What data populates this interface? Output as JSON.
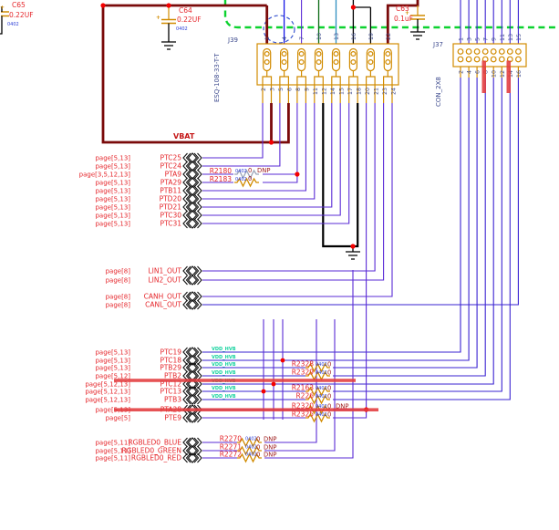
{
  "nets": {
    "vbat": "VBAT"
  },
  "caps": [
    {
      "ref": "C65",
      "value": "0.22UF",
      "size": "0402"
    },
    {
      "ref": "C64",
      "value": "0.22UF",
      "size": "0402"
    },
    {
      "ref": "C63",
      "value": "0.1uF"
    }
  ],
  "j39": {
    "ref": "J39",
    "part": "ESQ-108-33-T-T",
    "top": [
      "1",
      "4",
      "7",
      "10",
      "13",
      "16",
      "19",
      "22"
    ],
    "bottom": [
      "2",
      "3",
      "5",
      "6",
      "8",
      "9",
      "11",
      "12",
      "14",
      "15",
      "17",
      "18",
      "20",
      "21",
      "23",
      "24"
    ]
  },
  "j37": {
    "ref": "J37",
    "part": "CON_2X8",
    "top": [
      "1",
      "3",
      "5",
      "7",
      "9",
      "11",
      "13",
      "15"
    ],
    "bottom": [
      "2",
      "4",
      "6",
      "8",
      "10",
      "12",
      "14",
      "16"
    ]
  },
  "rows": [
    {
      "pages": "page[5,13]",
      "name": "PTC25"
    },
    {
      "pages": "page[5,13]",
      "name": "PTC24"
    },
    {
      "pages": "page[3,5,12,13]",
      "name": "PTA9",
      "res": {
        "ref": "R2180",
        "size": "0402",
        "value": "0",
        "dnp": "DNP"
      }
    },
    {
      "pages": "page[5,13]",
      "name": "PTA29",
      "res": {
        "ref": "R2183",
        "size": "0402",
        "value": "0"
      }
    },
    {
      "pages": "page[5,13]",
      "name": "PTB11"
    },
    {
      "pages": "page[5,13]",
      "name": "PTD20"
    },
    {
      "pages": "page[5,13]",
      "name": "PTD21"
    },
    {
      "pages": "page[5,13]",
      "name": "PTC30"
    },
    {
      "pages": "page[5,13]",
      "name": "PTC31"
    },
    {
      "pages": "page[8]",
      "name": "LIN1_OUT"
    },
    {
      "pages": "page[8]",
      "name": "LIN2_OUT"
    },
    {
      "pages": "page[8]",
      "name": "CANH_OUT"
    },
    {
      "pages": "page[8]",
      "name": "CANL_OUT"
    },
    {
      "pages": "page[5,13]",
      "name": "PTC19",
      "tag": "VDD_HVB"
    },
    {
      "pages": "page[5,13]",
      "name": "PTC18",
      "tag": "VDD_HVB"
    },
    {
      "pages": "page[5,13]",
      "name": "PTB29",
      "tag": "VDD_HVB",
      "res": {
        "ref": "R2328",
        "size": "0402",
        "value": "0"
      }
    },
    {
      "pages": "page[5,12]",
      "name": "PTB2",
      "tag": "VDD_HVB",
      "res": {
        "ref": "R2329",
        "size": "0402",
        "value": "0"
      }
    },
    {
      "pages": "page[5,12,13]",
      "name": "PTC12",
      "tag": "VDD_HVB"
    },
    {
      "pages": "page[5,12,13]",
      "name": "PTC13",
      "tag": "VDD_HVB",
      "res": {
        "ref": "R2163",
        "size": "0402",
        "value": "0"
      }
    },
    {
      "pages": "page[5,12,13]",
      "name": "PTB3",
      "tag": "VDD_HVB",
      "res": {
        "ref": "R226",
        "size": "0402",
        "value": "0"
      }
    },
    {
      "pages": "page[5,13]",
      "name": "PTA28",
      "res": {
        "ref": "R2320",
        "size": "0402",
        "value": "0",
        "dnp": "DNP"
      }
    },
    {
      "pages": "page[5]",
      "name": "PTE9",
      "res": {
        "ref": "R2325",
        "size": "0402",
        "value": "0"
      }
    },
    {
      "pages": "page[5,11]",
      "name": "RGBLED0_BLUE",
      "res": {
        "ref": "R2270",
        "size": "0402",
        "value": "0",
        "dnp": "DNP"
      }
    },
    {
      "pages": "page[5,11]",
      "name": "RGBLED0_GREEN",
      "res": {
        "ref": "R2271",
        "size": "0402",
        "value": "0",
        "dnp": "DNP"
      }
    },
    {
      "pages": "page[5,11]",
      "name": "RGBLED0_RED",
      "res": {
        "ref": "R2272",
        "size": "0402",
        "value": "0",
        "dnp": "DNP"
      }
    }
  ]
}
